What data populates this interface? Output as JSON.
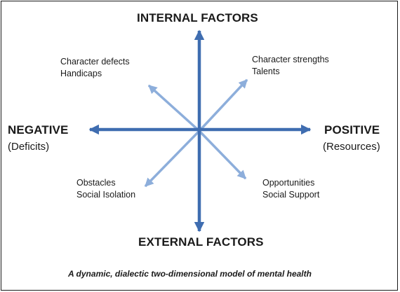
{
  "vertical_axis": {
    "top": "INTERNAL FACTORS",
    "bottom": "EXTERNAL FACTORS"
  },
  "horizontal_axis": {
    "left": {
      "title": "NEGATIVE",
      "subtitle": "(Deficits)"
    },
    "right": {
      "title": "POSITIVE",
      "subtitle": "(Resources)"
    }
  },
  "quadrants": {
    "top_left": [
      "Character defects",
      "Handicaps"
    ],
    "top_right": [
      "Character strengths",
      "Talents"
    ],
    "bottom_left": [
      "Obstacles",
      "Social Isolation"
    ],
    "bottom_right": [
      "Opportunities",
      "Social Support"
    ]
  },
  "caption": "A dynamic, dialectic two-dimensional model of mental health",
  "colors": {
    "axis_arrow": "#3f6db0",
    "diagonal_arrow": "#8daedb",
    "text": "#1a1a1a",
    "border": "#1a1a1a"
  }
}
